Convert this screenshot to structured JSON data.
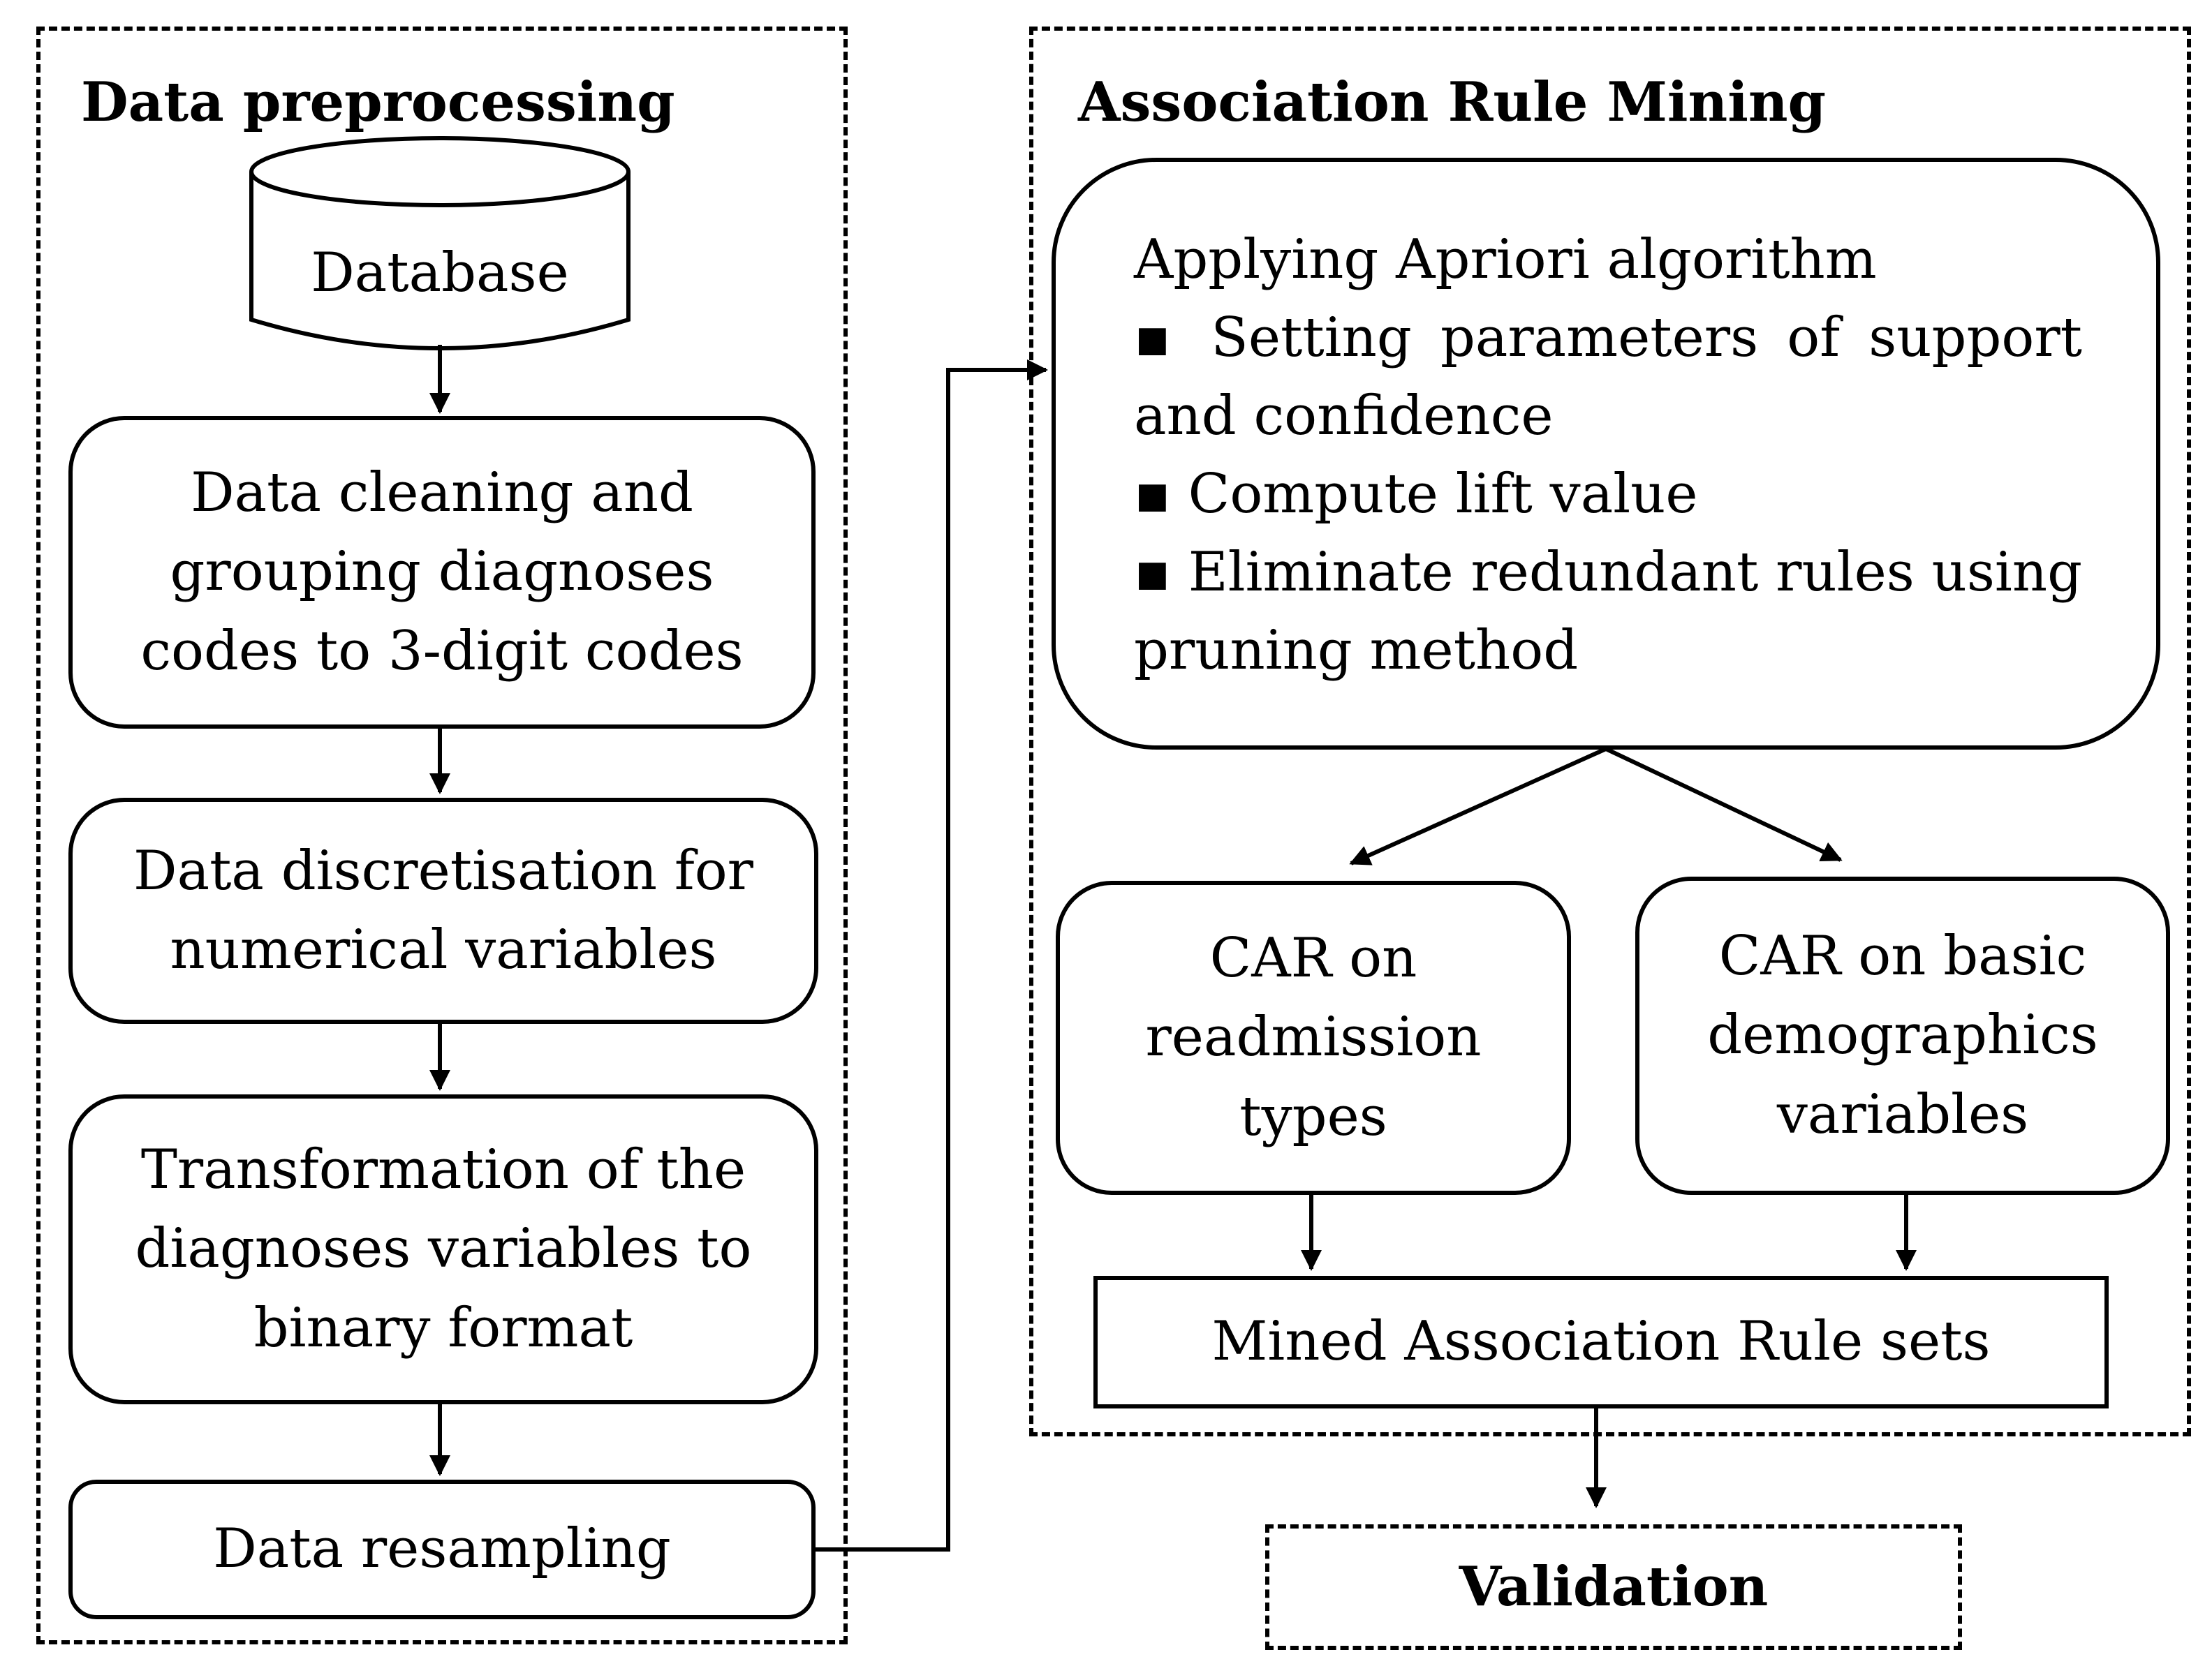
{
  "groups": {
    "preprocessing": {
      "title": "Data preprocessing"
    },
    "mining": {
      "title": "Association Rule Mining"
    }
  },
  "nodes": {
    "database": "Database",
    "cleaning": [
      "Data cleaning and",
      "grouping diagnoses",
      "codes to 3-digit codes"
    ],
    "discretisation": [
      "Data discretisation for",
      "numerical variables"
    ],
    "transformation": [
      "Transformation of the",
      "diagnoses variables to",
      "binary format"
    ],
    "resampling": "Data resampling",
    "apriori": {
      "heading": "Applying Apriori algorithm",
      "bullets": [
        "▪ Setting parameters of support and confidence",
        "▪ Compute lift value",
        "▪ Eliminate redundant rules using pruning method"
      ]
    },
    "car_readmission": [
      "CAR on",
      "readmission",
      "types"
    ],
    "car_demographics": [
      "CAR on basic",
      "demographics",
      "variables"
    ],
    "mined_rules": "Mined Association Rule sets",
    "validation": "Validation"
  },
  "icons": {
    "database": "database-cylinder-icon",
    "arrow": "arrowhead-icon"
  }
}
